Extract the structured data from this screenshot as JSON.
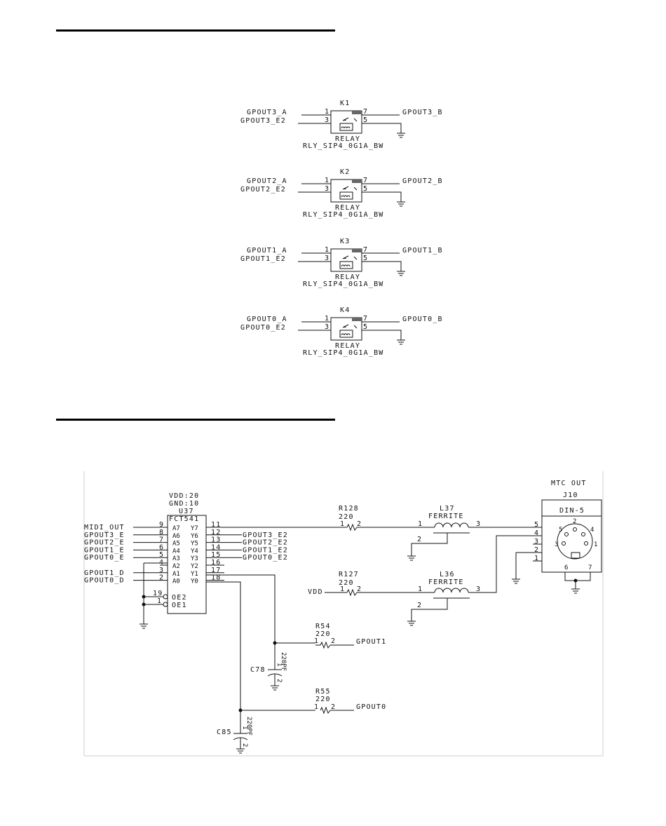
{
  "relays": [
    {
      "ref": "K1",
      "in_a": "GPOUT3_A",
      "in_e": "GPOUT3_E2",
      "out_b": "GPOUT3_B",
      "pin_a": "1",
      "pin_e": "3",
      "pin_b": "7",
      "pin_g": "5",
      "value": "RELAY",
      "part": "RLY_SIP4_0G1A_BW"
    },
    {
      "ref": "K2",
      "in_a": "GPOUT2_A",
      "in_e": "GPOUT2_E2",
      "out_b": "GPOUT2_B",
      "pin_a": "1",
      "pin_e": "3",
      "pin_b": "7",
      "pin_g": "5",
      "value": "RELAY",
      "part": "RLY_SIP4_0G1A_BW"
    },
    {
      "ref": "K3",
      "in_a": "GPOUT1_A",
      "in_e": "GPOUT1_E2",
      "out_b": "GPOUT1_B",
      "pin_a": "1",
      "pin_e": "3",
      "pin_b": "7",
      "pin_g": "5",
      "value": "RELAY",
      "part": "RLY_SIP4_0G1A_BW"
    },
    {
      "ref": "K4",
      "in_a": "GPOUT0_A",
      "in_e": "GPOUT0_E2",
      "out_b": "GPOUT0_B",
      "pin_a": "1",
      "pin_e": "3",
      "pin_b": "7",
      "pin_g": "5",
      "value": "RELAY",
      "part": "RLY_SIP4_0G1A_BW"
    }
  ],
  "buffer": {
    "vdd": "VDD:20",
    "gnd": "GND:10",
    "ref": "U37",
    "part": "FCT541",
    "inputs": [
      {
        "net": "MIDI_OUT",
        "pin": "9",
        "a": "A7",
        "y": "Y7",
        "opin": "11",
        "out": ""
      },
      {
        "net": "GPOUT3_E",
        "pin": "8",
        "a": "A6",
        "y": "Y6",
        "opin": "12",
        "out": "GPOUT3_E2"
      },
      {
        "net": "GPOUT2_E",
        "pin": "7",
        "a": "A5",
        "y": "Y5",
        "opin": "13",
        "out": "GPOUT2_E2"
      },
      {
        "net": "GPOUT1_E",
        "pin": "6",
        "a": "A4",
        "y": "Y4",
        "opin": "14",
        "out": "GPOUT1_E2"
      },
      {
        "net": "GPOUT0_E",
        "pin": "5",
        "a": "A3",
        "y": "Y3",
        "opin": "15",
        "out": "GPOUT0_E2"
      },
      {
        "net": "",
        "pin": "4",
        "a": "A2",
        "y": "Y2",
        "opin": "16",
        "out": ""
      },
      {
        "net": "GPOUT1_D",
        "pin": "3",
        "a": "A1",
        "y": "Y1",
        "opin": "17",
        "out": ""
      },
      {
        "net": "GPOUT0_D",
        "pin": "2",
        "a": "A0",
        "y": "Y0",
        "opin": "18",
        "out": ""
      }
    ],
    "oe": [
      {
        "pin": "19",
        "name": "OE2"
      },
      {
        "pin": "1",
        "name": "OE1"
      }
    ]
  },
  "resistors": [
    {
      "ref": "R128",
      "value": "220",
      "p1": "1",
      "p2": "2"
    },
    {
      "ref": "R127",
      "value": "220",
      "p1": "1",
      "p2": "2",
      "net": "VDD"
    },
    {
      "ref": "R54",
      "value": "220",
      "p1": "1",
      "p2": "2",
      "net": "GPOUT1"
    },
    {
      "ref": "R55",
      "value": "220",
      "p1": "1",
      "p2": "2",
      "net": "GPOUT0"
    }
  ],
  "inductors": [
    {
      "ref": "L37",
      "value": "FERRITE",
      "p1": "1",
      "p2": "3",
      "p3": "2"
    },
    {
      "ref": "L36",
      "value": "FERRITE",
      "p1": "1",
      "p2": "3",
      "p3": "2"
    }
  ],
  "capacitors": [
    {
      "ref": "C78",
      "value": "220PF",
      "p1": "1",
      "p2": "2"
    },
    {
      "ref": "C85",
      "value": "220PF",
      "p1": "1",
      "p2": "2"
    }
  ],
  "connector": {
    "title": "MTC OUT",
    "ref": "J10",
    "part": "DIN-5",
    "pins": [
      "5",
      "4",
      "3",
      "2",
      "1"
    ],
    "din_pins": [
      "2",
      "5",
      "4",
      "3",
      "1",
      "6",
      "7"
    ]
  }
}
